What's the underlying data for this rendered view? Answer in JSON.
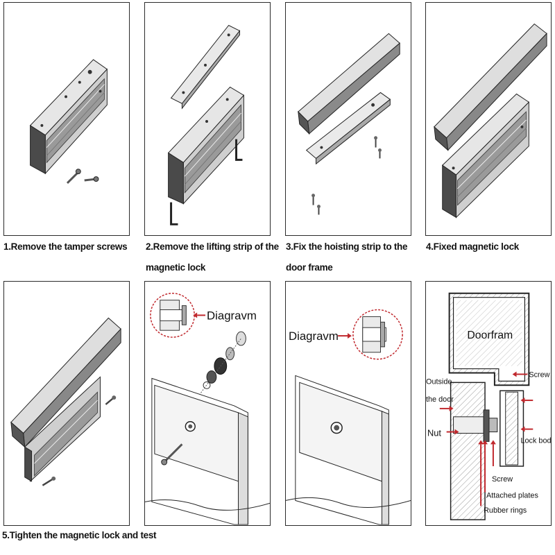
{
  "steps": [
    {
      "caption_line1": "1.Remove the tamper screws",
      "caption_line2": ""
    },
    {
      "caption_line1": "2.Remove the lifting strip of the",
      "caption_line2": "magnetic lock"
    },
    {
      "caption_line1": "3.Fix the hoisting strip to the",
      "caption_line2": "door frame"
    },
    {
      "caption_line1": "4.Fixed magnetic lock",
      "caption_line2": ""
    },
    {
      "caption_line1": "5.Tighten the magnetic lock and test",
      "caption_line2": ""
    }
  ],
  "diagram_label": "Diagravm",
  "cross_section": {
    "doorframe": "Doorfram",
    "screw_top": "Screw",
    "outside_line1": "Outside",
    "outside_line2": "the door",
    "nut": "Nut",
    "lock_body": "Lock body",
    "screw_bottom": "Screw",
    "attached_plates": "Attached plates",
    "rubber_rings": "Rubber rings"
  },
  "colors": {
    "arrow": "#c0282d",
    "line": "#2a2a2a",
    "metal_dark": "#6b6b6b",
    "metal_light": "#d9d9d9"
  }
}
